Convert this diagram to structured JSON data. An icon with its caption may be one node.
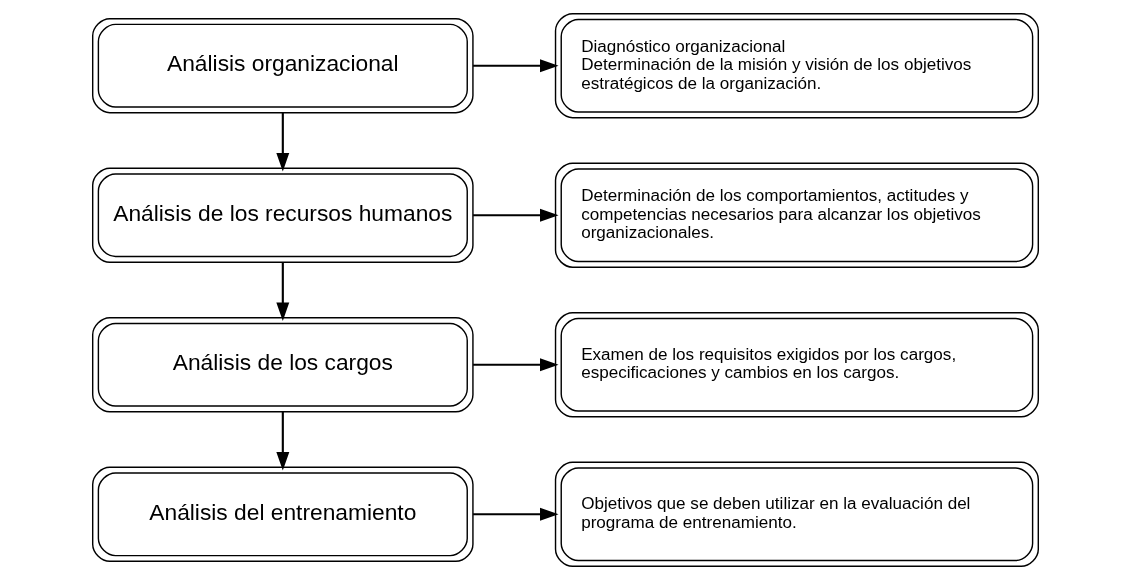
{
  "diagram": {
    "nodes": [
      {
        "text": [
          "Análisis organizacional"
        ]
      },
      {
        "text": [
          "Análisis de los recursos humanos"
        ]
      },
      {
        "text": [
          "Análisis de los cargos"
        ]
      },
      {
        "text": [
          "Análisis del entrenamiento"
        ]
      },
      {
        "text": [
          "Diagnóstico organizacional",
          "Determinación de la misión y visión de los objetivos estratégicos de la organización."
        ]
      },
      {
        "text": [
          "Determinación de los comportamientos, actitudes y competencias necesarios para alcanzar los objetivos organizacionales."
        ]
      },
      {
        "text": [
          "Examen de los requisitos exigidos por los cargos, especificaciones y cambios en los cargos."
        ]
      },
      {
        "text": [
          "Objetivos que se deben utilizar en la evaluación del programa de entrenamiento."
        ]
      }
    ],
    "edges": [
      {
        "from": 0,
        "to": 4,
        "arrow": "to"
      },
      {
        "from": 0,
        "to": 1,
        "arrow": "to"
      },
      {
        "from": 1,
        "to": 5,
        "arrow": "to"
      },
      {
        "from": 1,
        "to": 2,
        "arrow": "to"
      },
      {
        "from": 2,
        "to": 6,
        "arrow": "to"
      },
      {
        "from": 2,
        "to": 3,
        "arrow": "to"
      },
      {
        "from": 3,
        "to": 7,
        "arrow": "to"
      }
    ]
  }
}
